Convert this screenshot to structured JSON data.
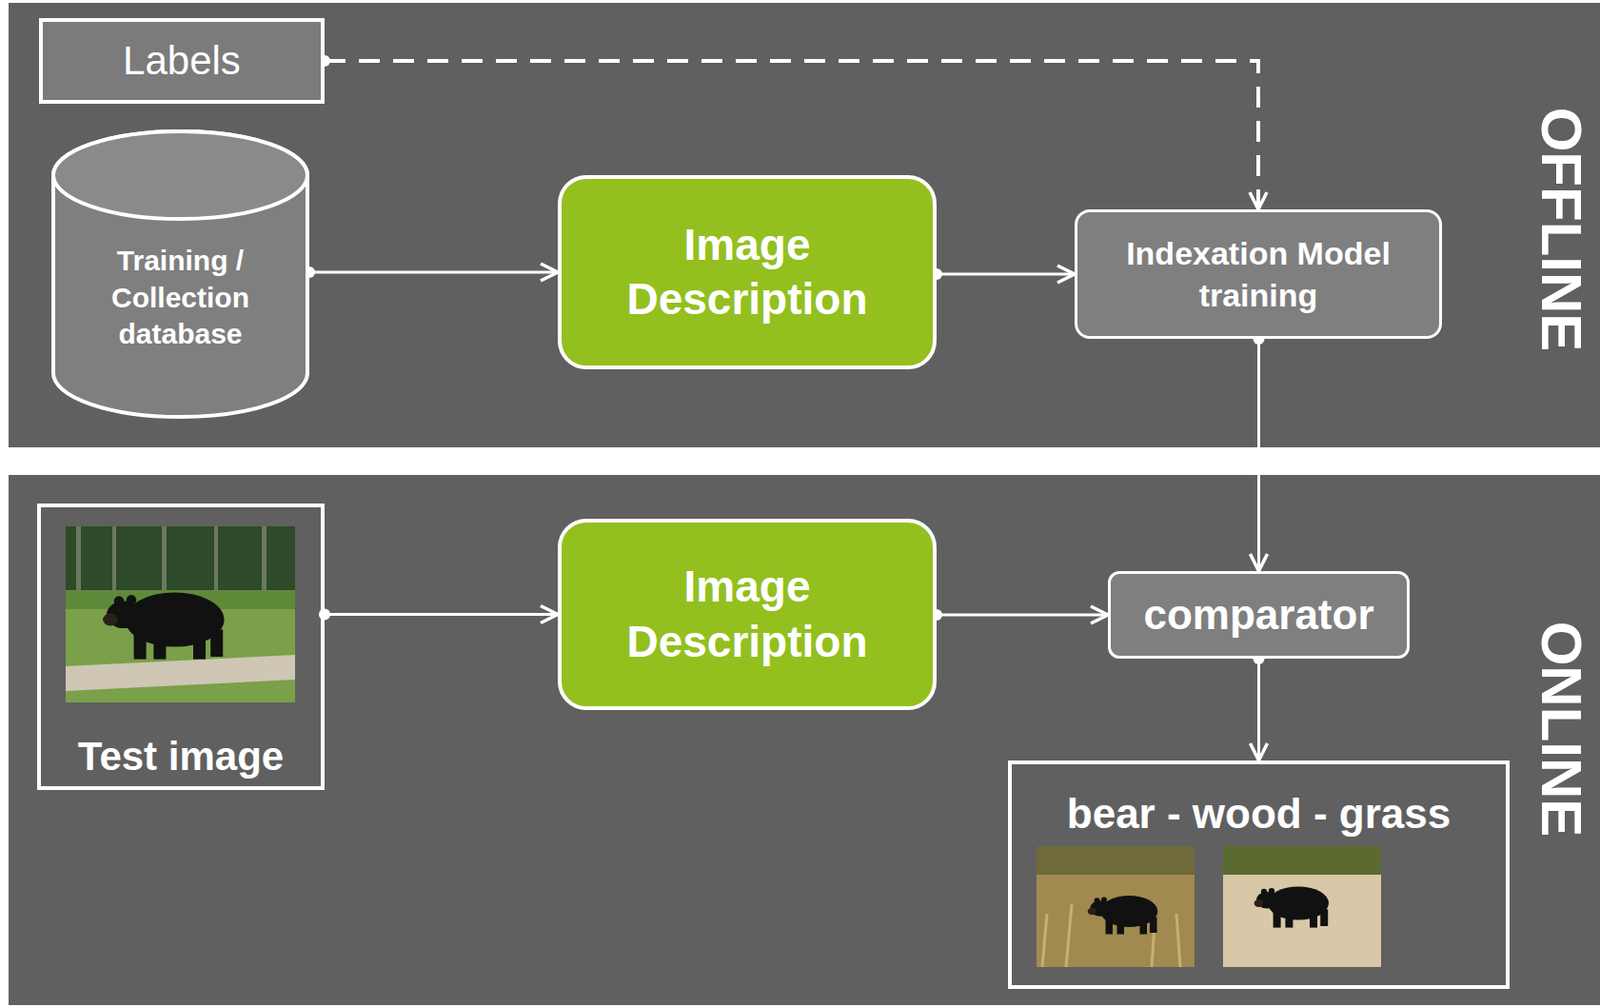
{
  "diagram": {
    "nodes": [
      {
        "text": [
          "Labels"
        ]
      },
      {
        "text": [
          "Training / Collection database"
        ]
      },
      {
        "text": [
          "Image Description"
        ]
      },
      {
        "text": [
          "Indexation Model training"
        ]
      },
      {
        "text": [
          "Test image"
        ]
      },
      {
        "text": [
          "Image Description"
        ]
      },
      {
        "text": [
          "comparator"
        ]
      },
      {
        "text": [
          "bear - wood - grass"
        ]
      }
    ],
    "edges": [
      {
        "from": 0,
        "to": 3,
        "arrow": "to"
      },
      {
        "from": 1,
        "to": 2,
        "arrow": "to"
      },
      {
        "from": 2,
        "to": 3,
        "arrow": "to"
      },
      {
        "from": 3,
        "to": 6,
        "arrow": "to"
      },
      {
        "from": 4,
        "to": 5,
        "arrow": "to"
      },
      {
        "from": 5,
        "to": 6,
        "arrow": "to"
      },
      {
        "from": 6,
        "to": 7,
        "arrow": "to"
      }
    ],
    "labels": [
      "OFFLINE",
      "ONLINE"
    ]
  }
}
